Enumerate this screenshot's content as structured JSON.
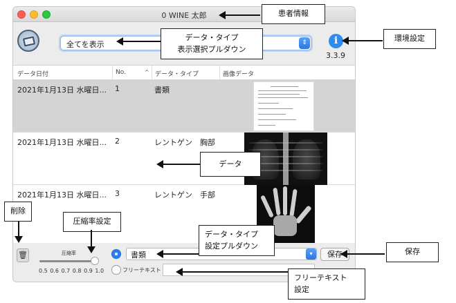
{
  "window": {
    "title": "0 WINE 太郎"
  },
  "toolbar": {
    "logo_icon": "radiograph-app-icon",
    "type_filter_value": "全てを表示",
    "info_icon": "info-icon",
    "info_glyph": "i",
    "version": "3.3.9"
  },
  "table": {
    "columns": [
      "データ日付",
      "No.",
      "データ・タイプ",
      "画像データ"
    ],
    "sort_indicator": "^",
    "rows": [
      {
        "date": "2021年1月13日 水曜日...",
        "no": "1",
        "type": "書類",
        "image": "document-thumbnail",
        "selected": true
      },
      {
        "date": "2021年1月13日 水曜日...",
        "no": "2",
        "type": "レントゲン　胸部",
        "image": "chest-xray-thumbnail",
        "selected": false
      },
      {
        "date": "2021年1月13日 水曜日...",
        "no": "3",
        "type": "レントゲン　手部",
        "image": "hand-xray-thumbnail",
        "selected": false
      }
    ]
  },
  "bottom": {
    "delete_icon": "trash-icon",
    "compression_label": "圧縮率",
    "compression_ticks": "0.5 0.6 0.7 0.8 0.9 1.0",
    "compression_value": 1.0,
    "type_set_value": "書類",
    "free_text_label": "フリーテキスト",
    "free_text_value": "",
    "save_label": "保存"
  },
  "annotations": {
    "patient_info": "患者情報",
    "env_settings": "環境設定",
    "type_filter_line1": "データ・タイプ",
    "type_filter_line2": "表示選択プルダウン",
    "data": "データ",
    "delete": "削除",
    "compression": "圧縮率設定",
    "type_set_line1": "データ・タイプ",
    "type_set_line2": "設定プルダウン",
    "save": "保存",
    "free_text_line1": "フリーテキスト",
    "free_text_line2": "設定"
  },
  "colors": {
    "accent": "#2d7ff0",
    "selected_row": "#d4d4d4"
  }
}
